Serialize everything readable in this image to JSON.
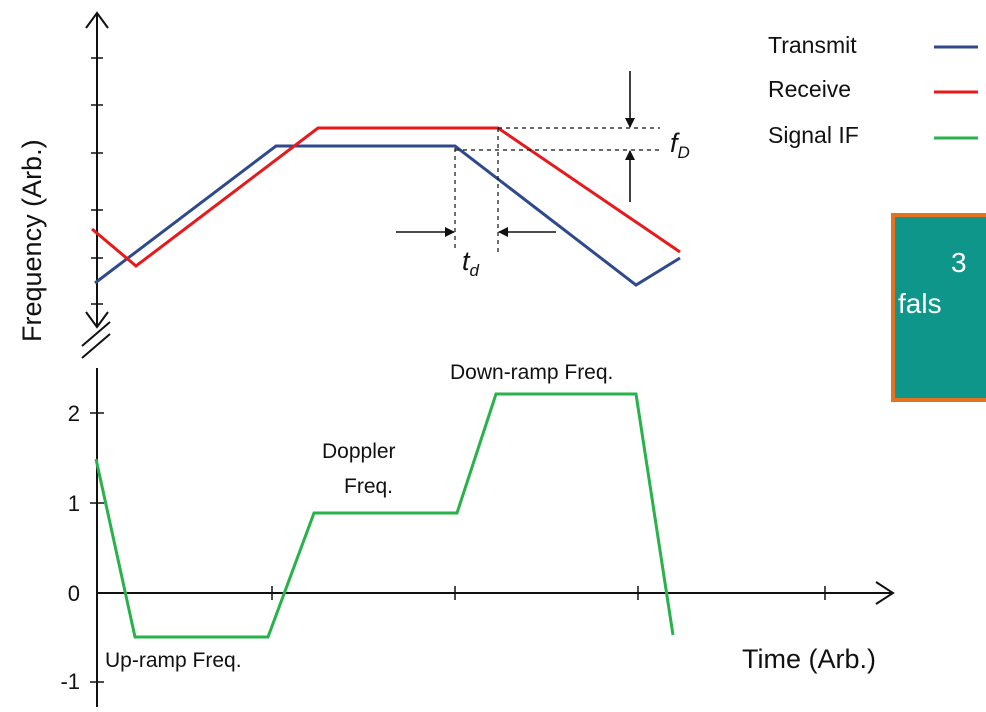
{
  "diagram": {
    "y_axis_label": "Frequency (Arb.)",
    "x_axis_label": "Time (Arb.)",
    "legend": [
      {
        "label": "Transmit",
        "color": "#2f4a8c"
      },
      {
        "label": "Receive",
        "color": "#e8191b"
      },
      {
        "label": "Signal IF",
        "color": "#27b24a"
      }
    ],
    "symbols": {
      "doppler": {
        "main": "f",
        "sub": "D"
      },
      "delay": {
        "main": "t",
        "sub": "d"
      }
    },
    "annotations": {
      "down_ramp": "Down-ramp Freq.",
      "doppler_line1": "Doppler",
      "doppler_line2": "Freq.",
      "up_ramp": "Up-ramp Freq."
    },
    "if_axis_ticks": [
      "2",
      "1",
      "0",
      "-1"
    ],
    "overlay_box": {
      "line1": "3",
      "line2": "fals"
    }
  }
}
